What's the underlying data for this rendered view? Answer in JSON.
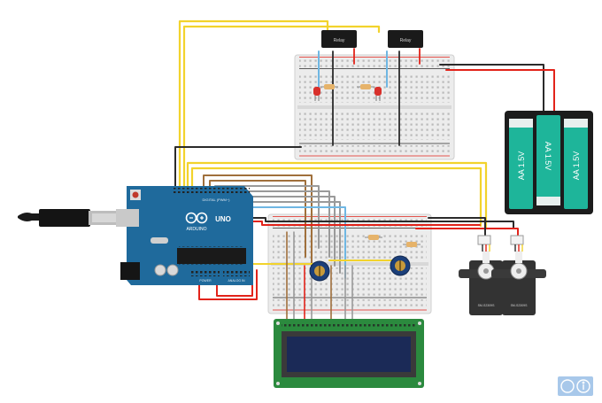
{
  "arduino": {
    "brand": "ARDUINO",
    "model": "UNO",
    "header_digital": "DIGITAL (PWM~)",
    "header_power": "POWER",
    "header_analog": "ANALOG IN"
  },
  "relays": [
    {
      "label": "Relay"
    },
    {
      "label": "Relay"
    }
  ],
  "battery": {
    "cells": [
      "AA 1.5V",
      "AA 1.5V",
      "AA 1.5V"
    ]
  },
  "servos": [
    {
      "label": "SM-S2309S"
    },
    {
      "label": "SM-S2309S"
    }
  ],
  "colors": {
    "wire_yellow": "#f2d32c",
    "wire_red": "#e2231a",
    "wire_black": "#2b2b2b",
    "wire_brown": "#a0703c",
    "wire_blue": "#6fb7e3",
    "wire_gray": "#9a9a9a",
    "arduino_blue": "#1f6a9c",
    "breadboard": "#e9e9e9",
    "battery_teal": "#1eb59a",
    "lcd_green": "#2b8a3e",
    "lcd_screen": "#1b2a57"
  },
  "icons": [
    "usb-cable-icon",
    "logo-icon"
  ]
}
